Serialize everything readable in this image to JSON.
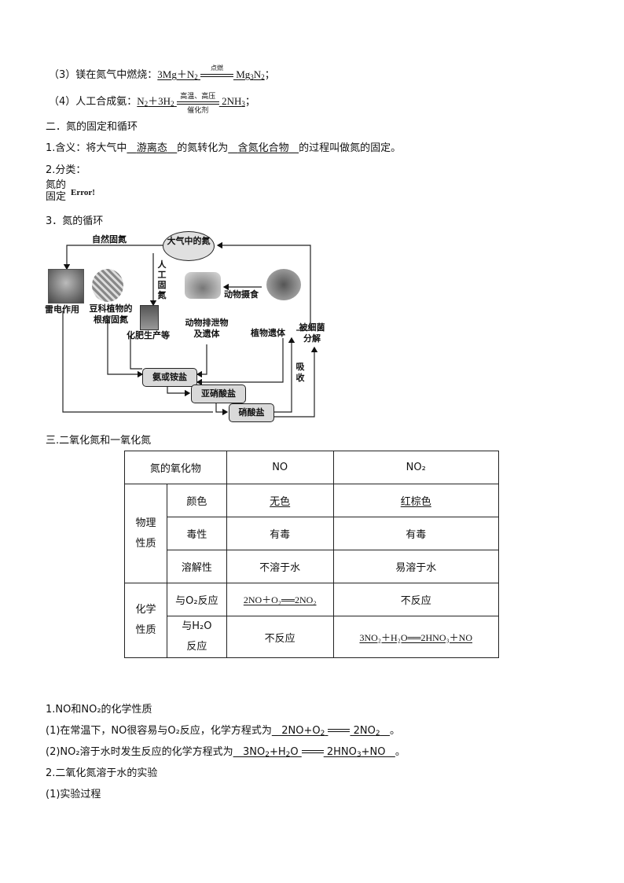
{
  "lines": {
    "l3_prefix": "（3）镁在氮气中燃烧：",
    "l3_cond": "点燃",
    "l4_prefix": "（4）人工合成氨：",
    "l4_cond_top": "高温、高压",
    "l4_cond_bottom": "催化剂",
    "sec2_title": "二．氮的固定和循环",
    "def_prefix": "1.含义：将大气中",
    "def_blank1": "游离态",
    "def_mid": "的氮转化为",
    "def_blank2": "含氮化合物",
    "def_suffix": "的过程叫做氮的固定。",
    "class_title": "2.分类：",
    "fix_label_1": "氮的",
    "fix_label_2": "固定",
    "error_text": "Error!",
    "cycle_title": "3．氮的循环",
    "sec3_title": "三.二氧化氮和一氧化氮"
  },
  "diagram": {
    "atm_nitrogen": "大气中的氮",
    "natural_fixation": "自然固氮",
    "artificial_fixation": "人工固氮",
    "lightning": "雷电作用",
    "legume": "豆科植物的根瘤固氮",
    "fertilizer": "化肥生产等",
    "animal_waste": "动物排泄物及遗体",
    "animal_intake": "动物摄食",
    "plant_remains": "植物遗体",
    "bacteria": "被细菌分解",
    "absorb": "吸收",
    "ammonia": "氨或铵盐",
    "nitrite": "亚硝酸盐",
    "nitrate": "硝酸盐"
  },
  "table": {
    "header": [
      "氮的氧化物",
      "NO",
      "NO₂"
    ],
    "physical_group": "物理性质",
    "chemical_group": "化学性质",
    "rows": [
      {
        "prop": "颜色",
        "no": "无色",
        "no2": "红棕色"
      },
      {
        "prop": "毒性",
        "no": "有毒",
        "no2": "有毒"
      },
      {
        "prop": "溶解性",
        "no": "不溶于水",
        "no2": "易溶于水"
      },
      {
        "prop": "与O₂反应",
        "no": "2NO＋O₂══2NO₂",
        "no2": "不反应"
      },
      {
        "prop": "与H₂O反应",
        "no": "不反应",
        "no2": "3NO₂＋H₂O══2HNO₃＋NO"
      }
    ]
  },
  "after": {
    "p1": "1.NO和NO₂的化学性质",
    "p2_prefix": "(1)在常温下，NO很容易与O₂反应，化学方程式为",
    "p3_prefix": "(2)NO₂溶于水时发生反应的化学方程式为",
    "p4": "2.二氧化氮溶于水的实验",
    "p5": "(1)实验过程"
  }
}
